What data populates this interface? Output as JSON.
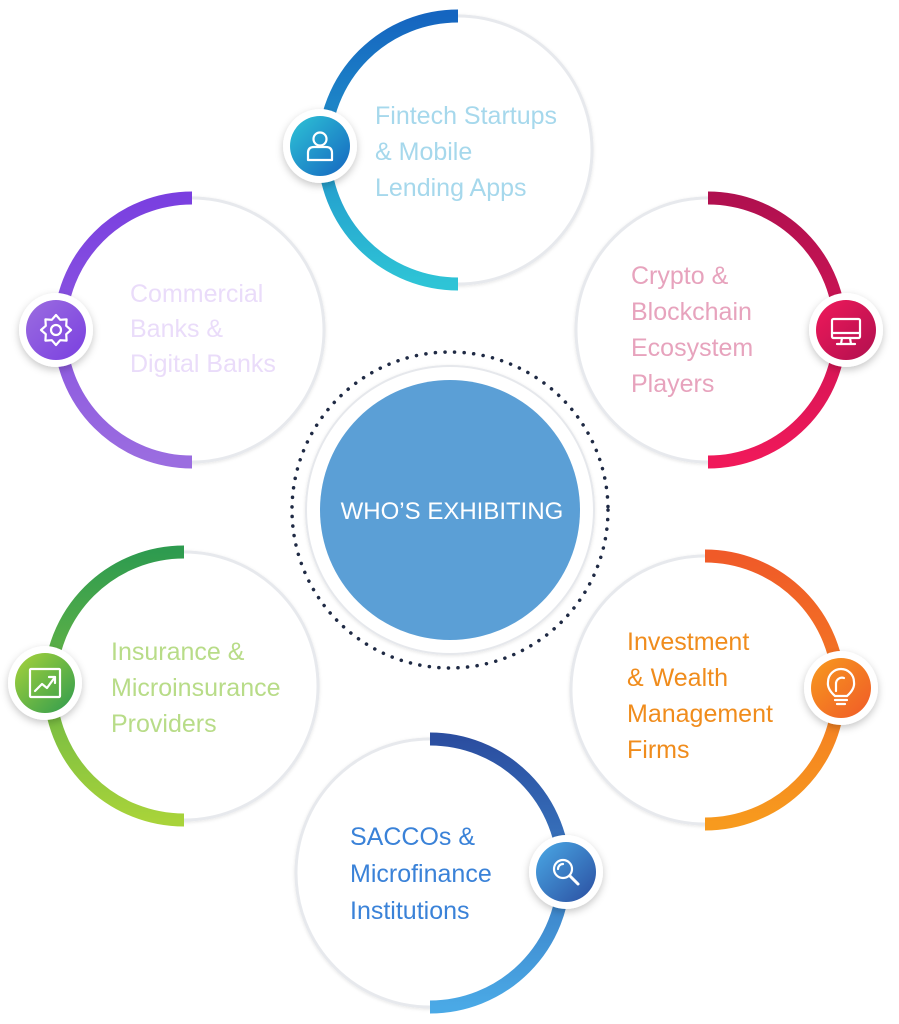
{
  "center": {
    "title": "WHO’S EXHIBITING",
    "fill": "#5b9fd6",
    "dot_color": "#1f2a44"
  },
  "nodes": [
    {
      "id": "fintech",
      "lines": [
        "Fintech Startups",
        "& Mobile",
        "Lending Apps"
      ],
      "icon": "user-icon",
      "color_a": "#2ec4d6",
      "color_b": "#1565c0",
      "text_color": "#a6d8ec"
    },
    {
      "id": "commercial-banks",
      "lines": [
        "Commercial",
        "Banks &",
        "Digital Banks"
      ],
      "icon": "gear-icon",
      "color_a": "#9b6de0",
      "color_b": "#7a3fe0",
      "text_color": "#eadcfa"
    },
    {
      "id": "crypto",
      "lines": [
        "Crypto &",
        "Blockchain",
        "Ecosystem",
        "Players"
      ],
      "icon": "monitor-icon",
      "color_a": "#f0195a",
      "color_b": "#b0104f",
      "text_color": "#e7a3bd"
    },
    {
      "id": "insurance",
      "lines": [
        "Insurance &",
        "Microinsurance",
        "Providers"
      ],
      "icon": "chart-icon",
      "color_a": "#a8d33a",
      "color_b": "#2e9b4f",
      "text_color": "#b8dc88"
    },
    {
      "id": "investment",
      "lines": [
        "Investment",
        "& Wealth",
        "Management",
        "Firms"
      ],
      "icon": "lightbulb-icon",
      "color_a": "#f79a1e",
      "color_b": "#f05a28",
      "text_color": "#f08c1c"
    },
    {
      "id": "saccos",
      "lines": [
        "SACCOs &",
        "Microfinance",
        "Institutions"
      ],
      "icon": "search-icon",
      "color_a": "#4aa9e6",
      "color_b": "#2b4ea0",
      "text_color": "#3a82d8"
    }
  ]
}
